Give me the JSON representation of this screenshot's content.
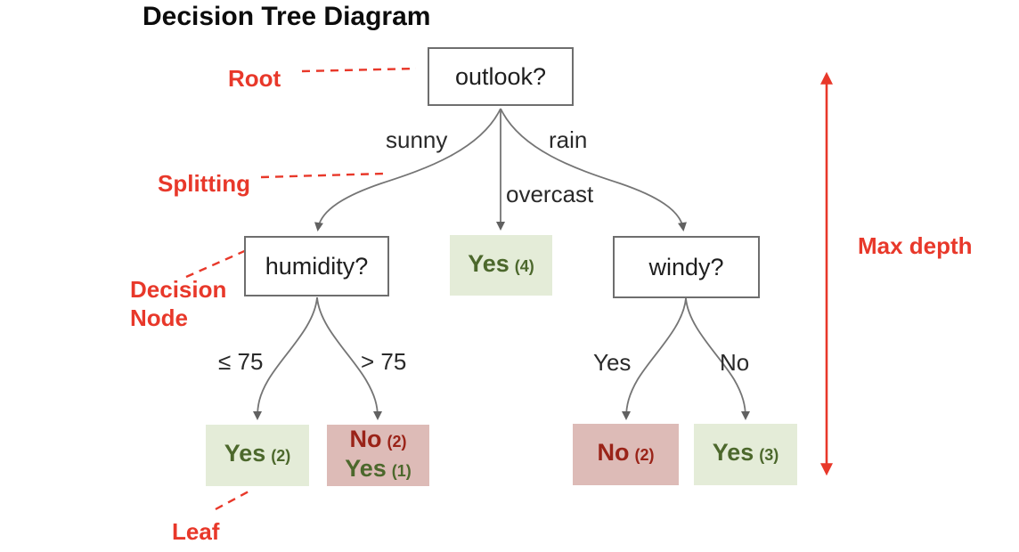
{
  "title": "Decision Tree Diagram",
  "annotations": {
    "root": "Root",
    "splitting": "Splitting",
    "decision_node": "Decision Node",
    "leaf": "Leaf",
    "max_depth": "Max depth"
  },
  "nodes": {
    "root": "outlook?",
    "humidity": "humidity?",
    "windy": "windy?"
  },
  "branches": {
    "sunny": "sunny",
    "overcast": "overcast",
    "rain": "rain",
    "humidity_left": "≤ 75",
    "humidity_right": "> 75",
    "windy_left": "Yes",
    "windy_right": "No"
  },
  "leaves": {
    "overcast": {
      "verdict": "Yes",
      "count": "(4)"
    },
    "humidity_le75": {
      "verdict": "Yes",
      "count": "(2)"
    },
    "humidity_gt75_no": {
      "verdict": "No",
      "count": "(2)"
    },
    "humidity_gt75_yes": {
      "verdict": "Yes",
      "count": "(1)"
    },
    "windy_yes": {
      "verdict": "No",
      "count": "(2)"
    },
    "windy_no": {
      "verdict": "Yes",
      "count": "(3)"
    }
  },
  "colors": {
    "annotation_red": "#e8382a",
    "leaf_green_bg": "#e4ecd8",
    "leaf_green_text": "#4c682c",
    "leaf_pink_bg": "#ddbbb7",
    "leaf_red_text": "#9a2318",
    "connector_gray": "#757575",
    "node_border_gray": "#6e6e6e"
  }
}
